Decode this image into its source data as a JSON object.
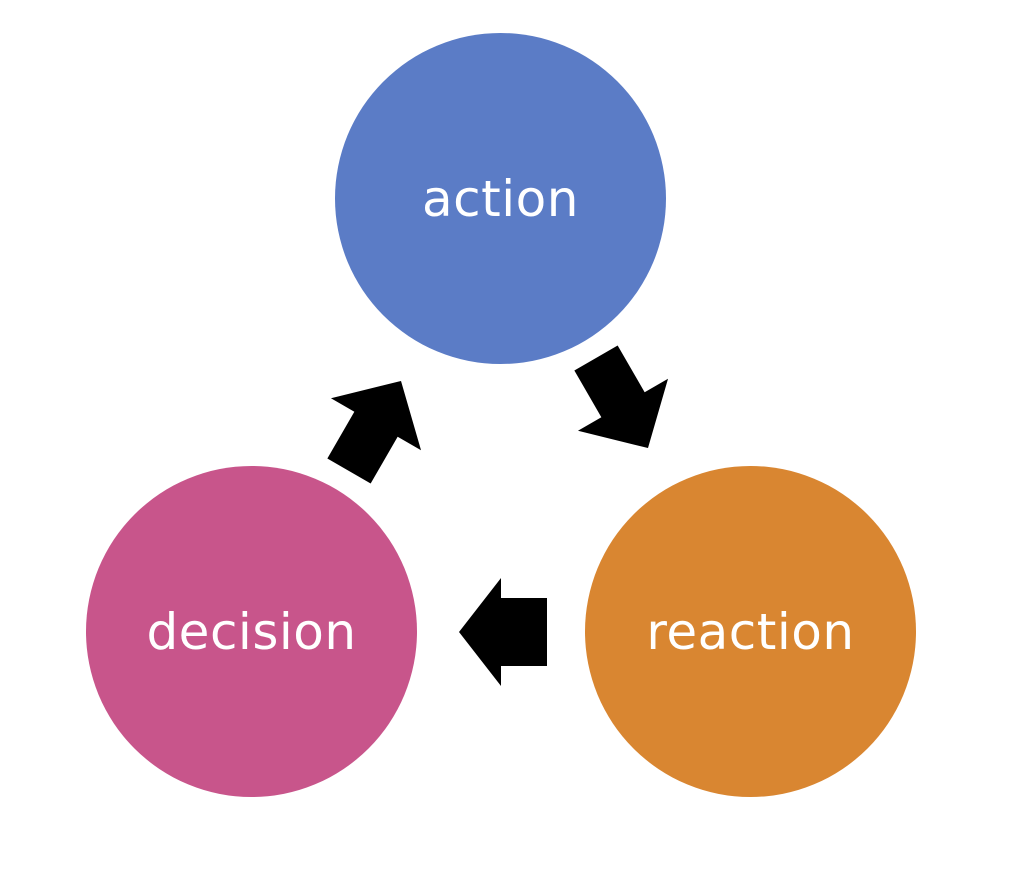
{
  "nodes": {
    "action": {
      "label": "action",
      "color": "#5b7cc6"
    },
    "reaction": {
      "label": "reaction",
      "color": "#d98631"
    },
    "decision": {
      "label": "decision",
      "color": "#c8558b"
    }
  },
  "arrows": {
    "color": "#000000",
    "cycle": [
      "action",
      "reaction",
      "decision"
    ]
  }
}
